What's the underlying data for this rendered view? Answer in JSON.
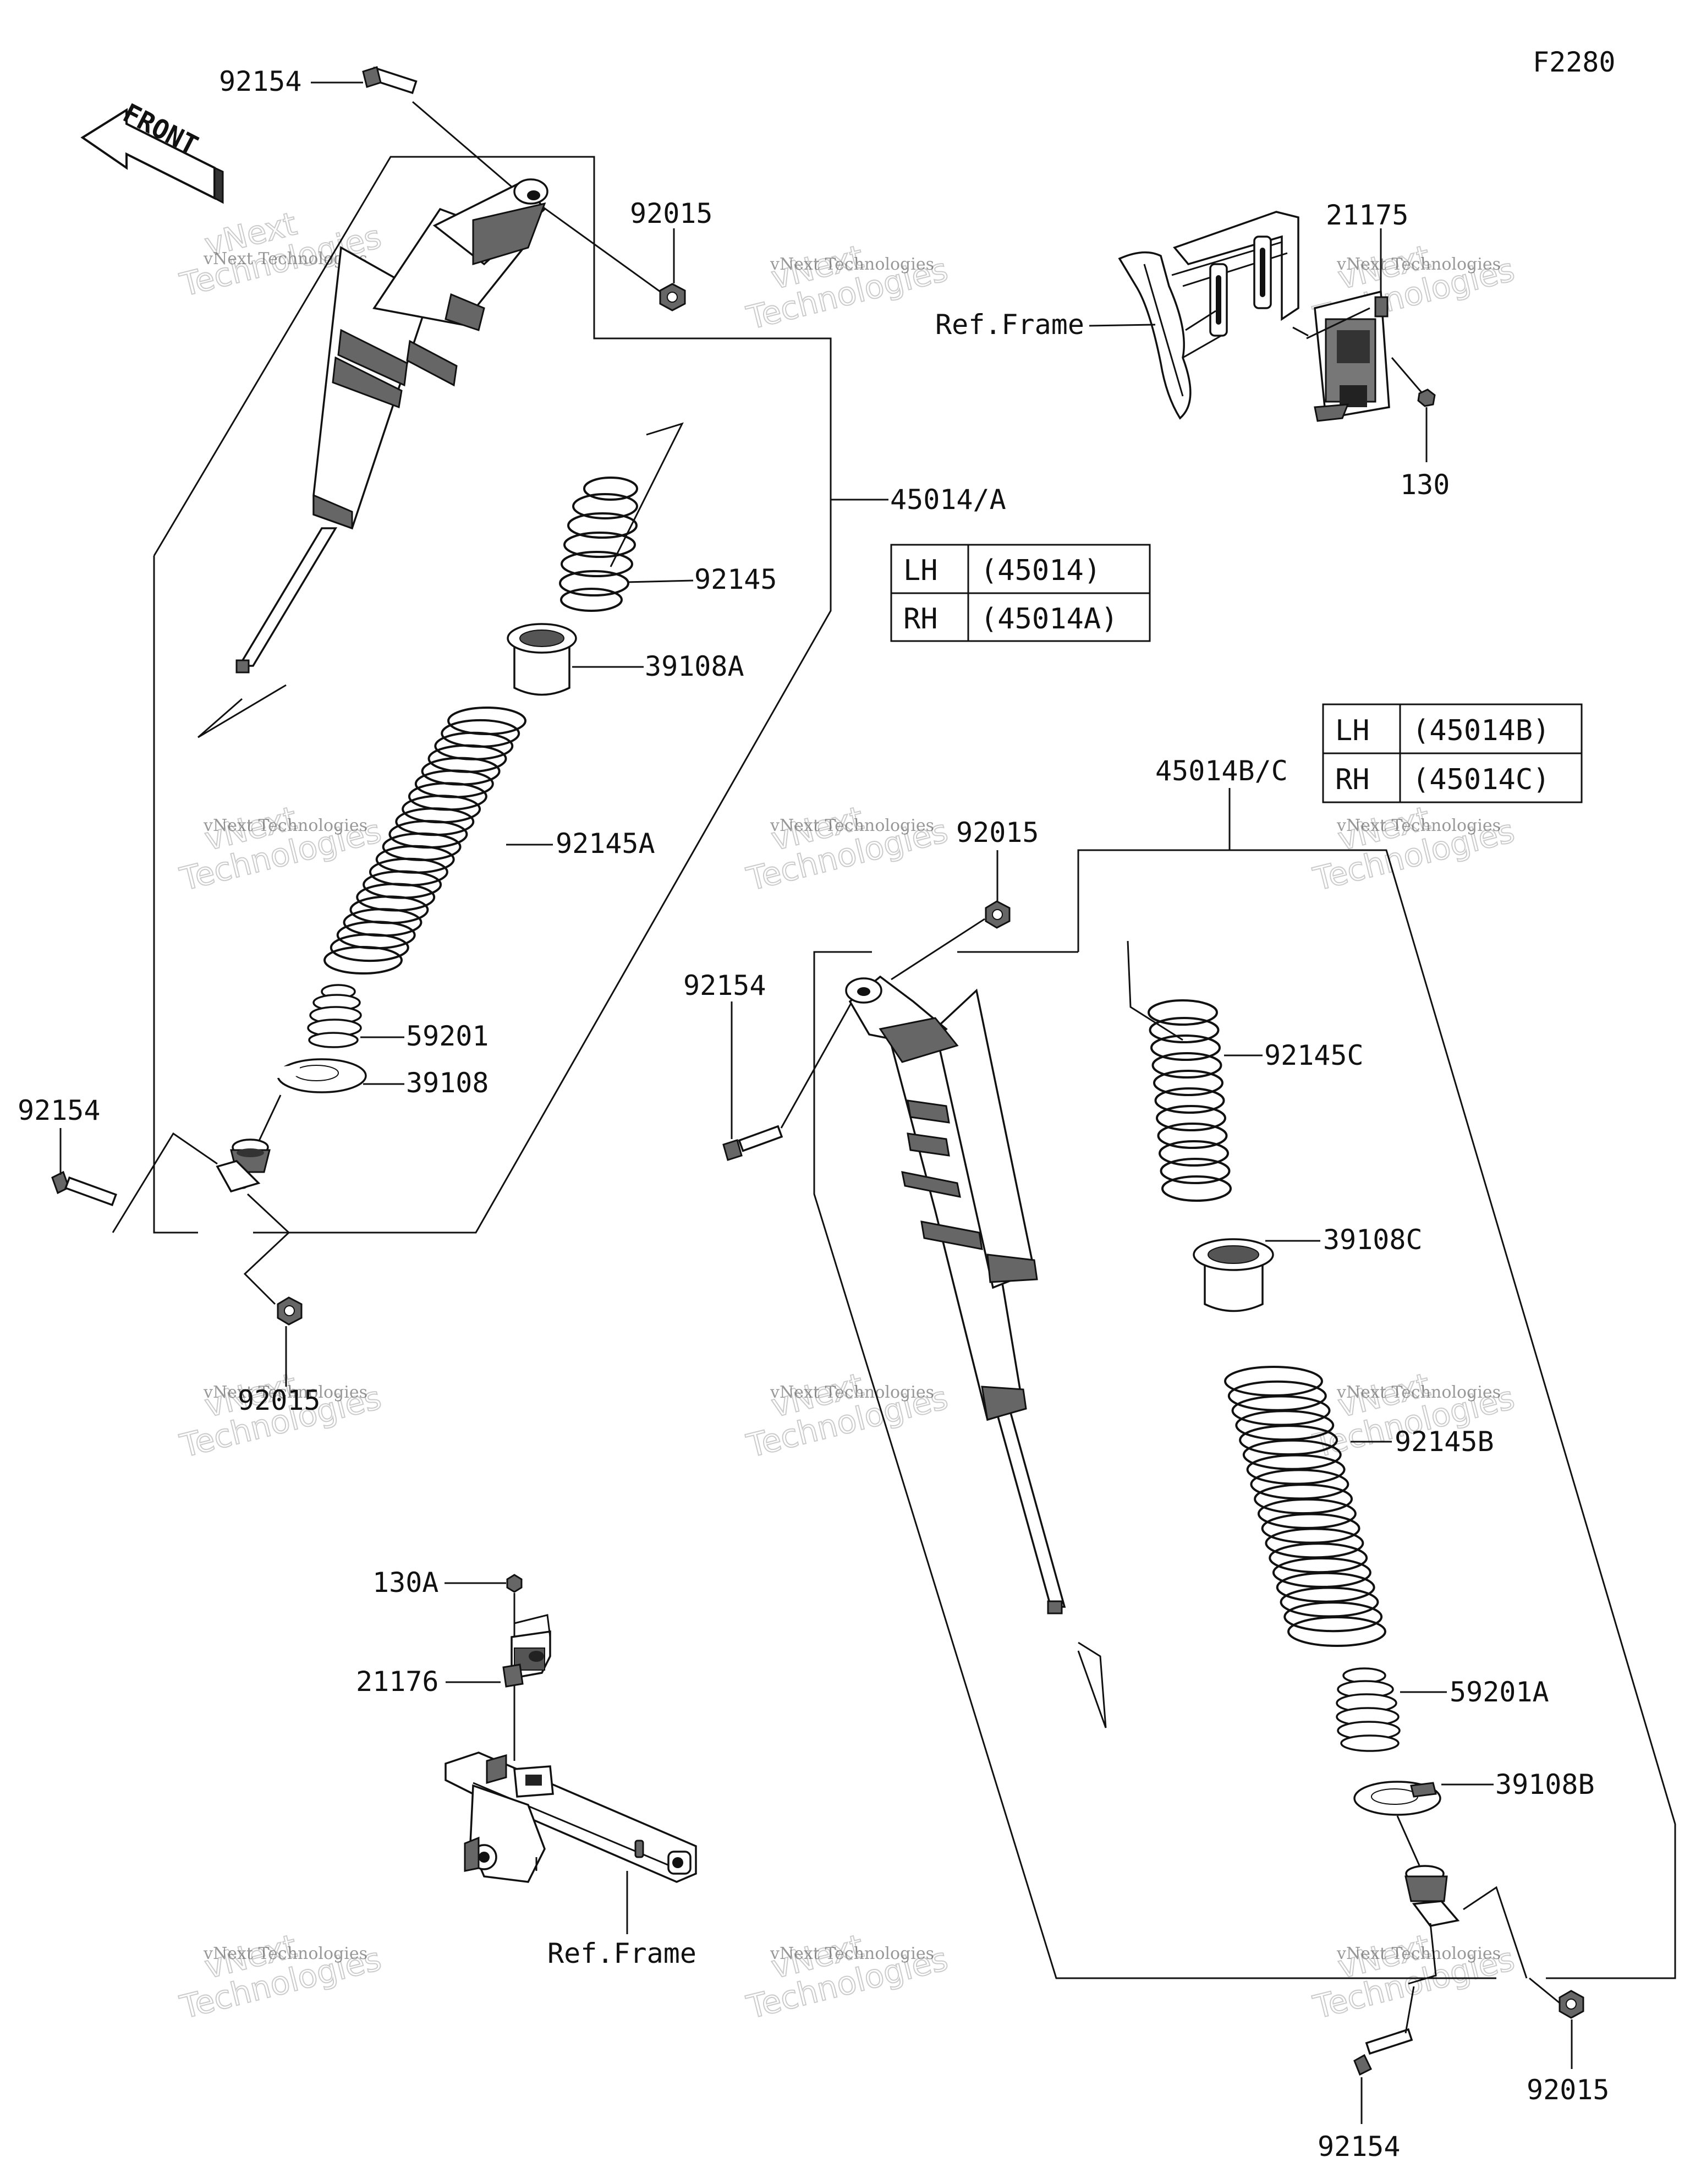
{
  "figure_code": "F2280",
  "front_arrow_label": "FRONT",
  "labels": {
    "bolt_top_left": "92154",
    "nut_top_left": "92015",
    "shock_lh_rh": "45014/A",
    "spring_small_left": "92145",
    "seat_left": "39108A",
    "spring_main_left": "92145A",
    "bumper_left": "59201",
    "retainer_left": "39108",
    "bolt_bottom_left": "92154",
    "nut_bottom_left": "92015",
    "sensor_top": "21175",
    "ref_frame_top": "Ref.Frame",
    "screw_top": "130",
    "shock_b_c": "45014B/C",
    "nut_right_top": "92015",
    "bolt_right_top": "92154",
    "spring_small_right": "92145C",
    "seat_right": "39108C",
    "spring_main_right": "92145B",
    "bumper_right": "59201A",
    "retainer_right": "39108B",
    "bolt_bottom_right": "92154",
    "nut_bottom_right": "92015",
    "screw_bottom": "130A",
    "sensor_bottom": "21176",
    "ref_frame_bottom": "Ref.Frame"
  },
  "table_left": [
    {
      "side": "LH",
      "part": "(45014)"
    },
    {
      "side": "RH",
      "part": "(45014A)"
    }
  ],
  "table_right": [
    {
      "side": "LH",
      "part": "(45014B)"
    },
    {
      "side": "RH",
      "part": "(45014C)"
    }
  ],
  "watermark": {
    "line1": "vNext Technologies",
    "line2": "Technologies",
    "line3": "vNext"
  }
}
